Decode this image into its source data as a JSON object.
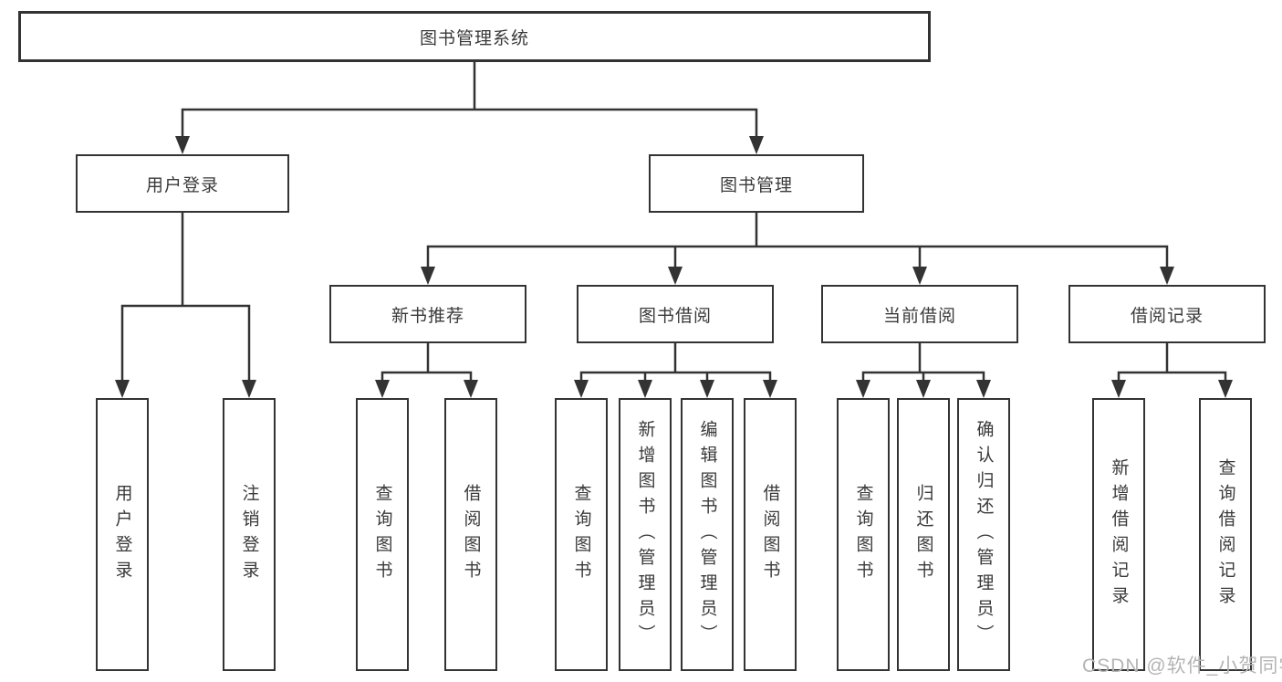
{
  "tree": {
    "root": "图书管理系统",
    "login": {
      "label": "用户登录",
      "children": [
        "用户登录",
        "注销登录"
      ]
    },
    "management": {
      "label": "图书管理",
      "sections": {
        "new_books": {
          "label": "新书推荐",
          "children": [
            "查询图书",
            "借阅图书"
          ]
        },
        "borrowing": {
          "label": "图书借阅",
          "children": [
            "查询图书",
            "新增图书（管理员）",
            "编辑图书（管理员）",
            "借阅图书"
          ]
        },
        "current": {
          "label": "当前借阅",
          "children": [
            "查询图书",
            "归还图书",
            "确认归还（管理员）"
          ]
        },
        "records": {
          "label": "借阅记录",
          "children": [
            "新增借阅记录",
            "查询借阅记录"
          ]
        }
      }
    }
  },
  "watermark": "CSDN @软件_小贺同学",
  "colors": {
    "line": "#333333",
    "text": "#3a3a3a",
    "watermark": "#b4b4b4",
    "background": "#ffffff"
  }
}
